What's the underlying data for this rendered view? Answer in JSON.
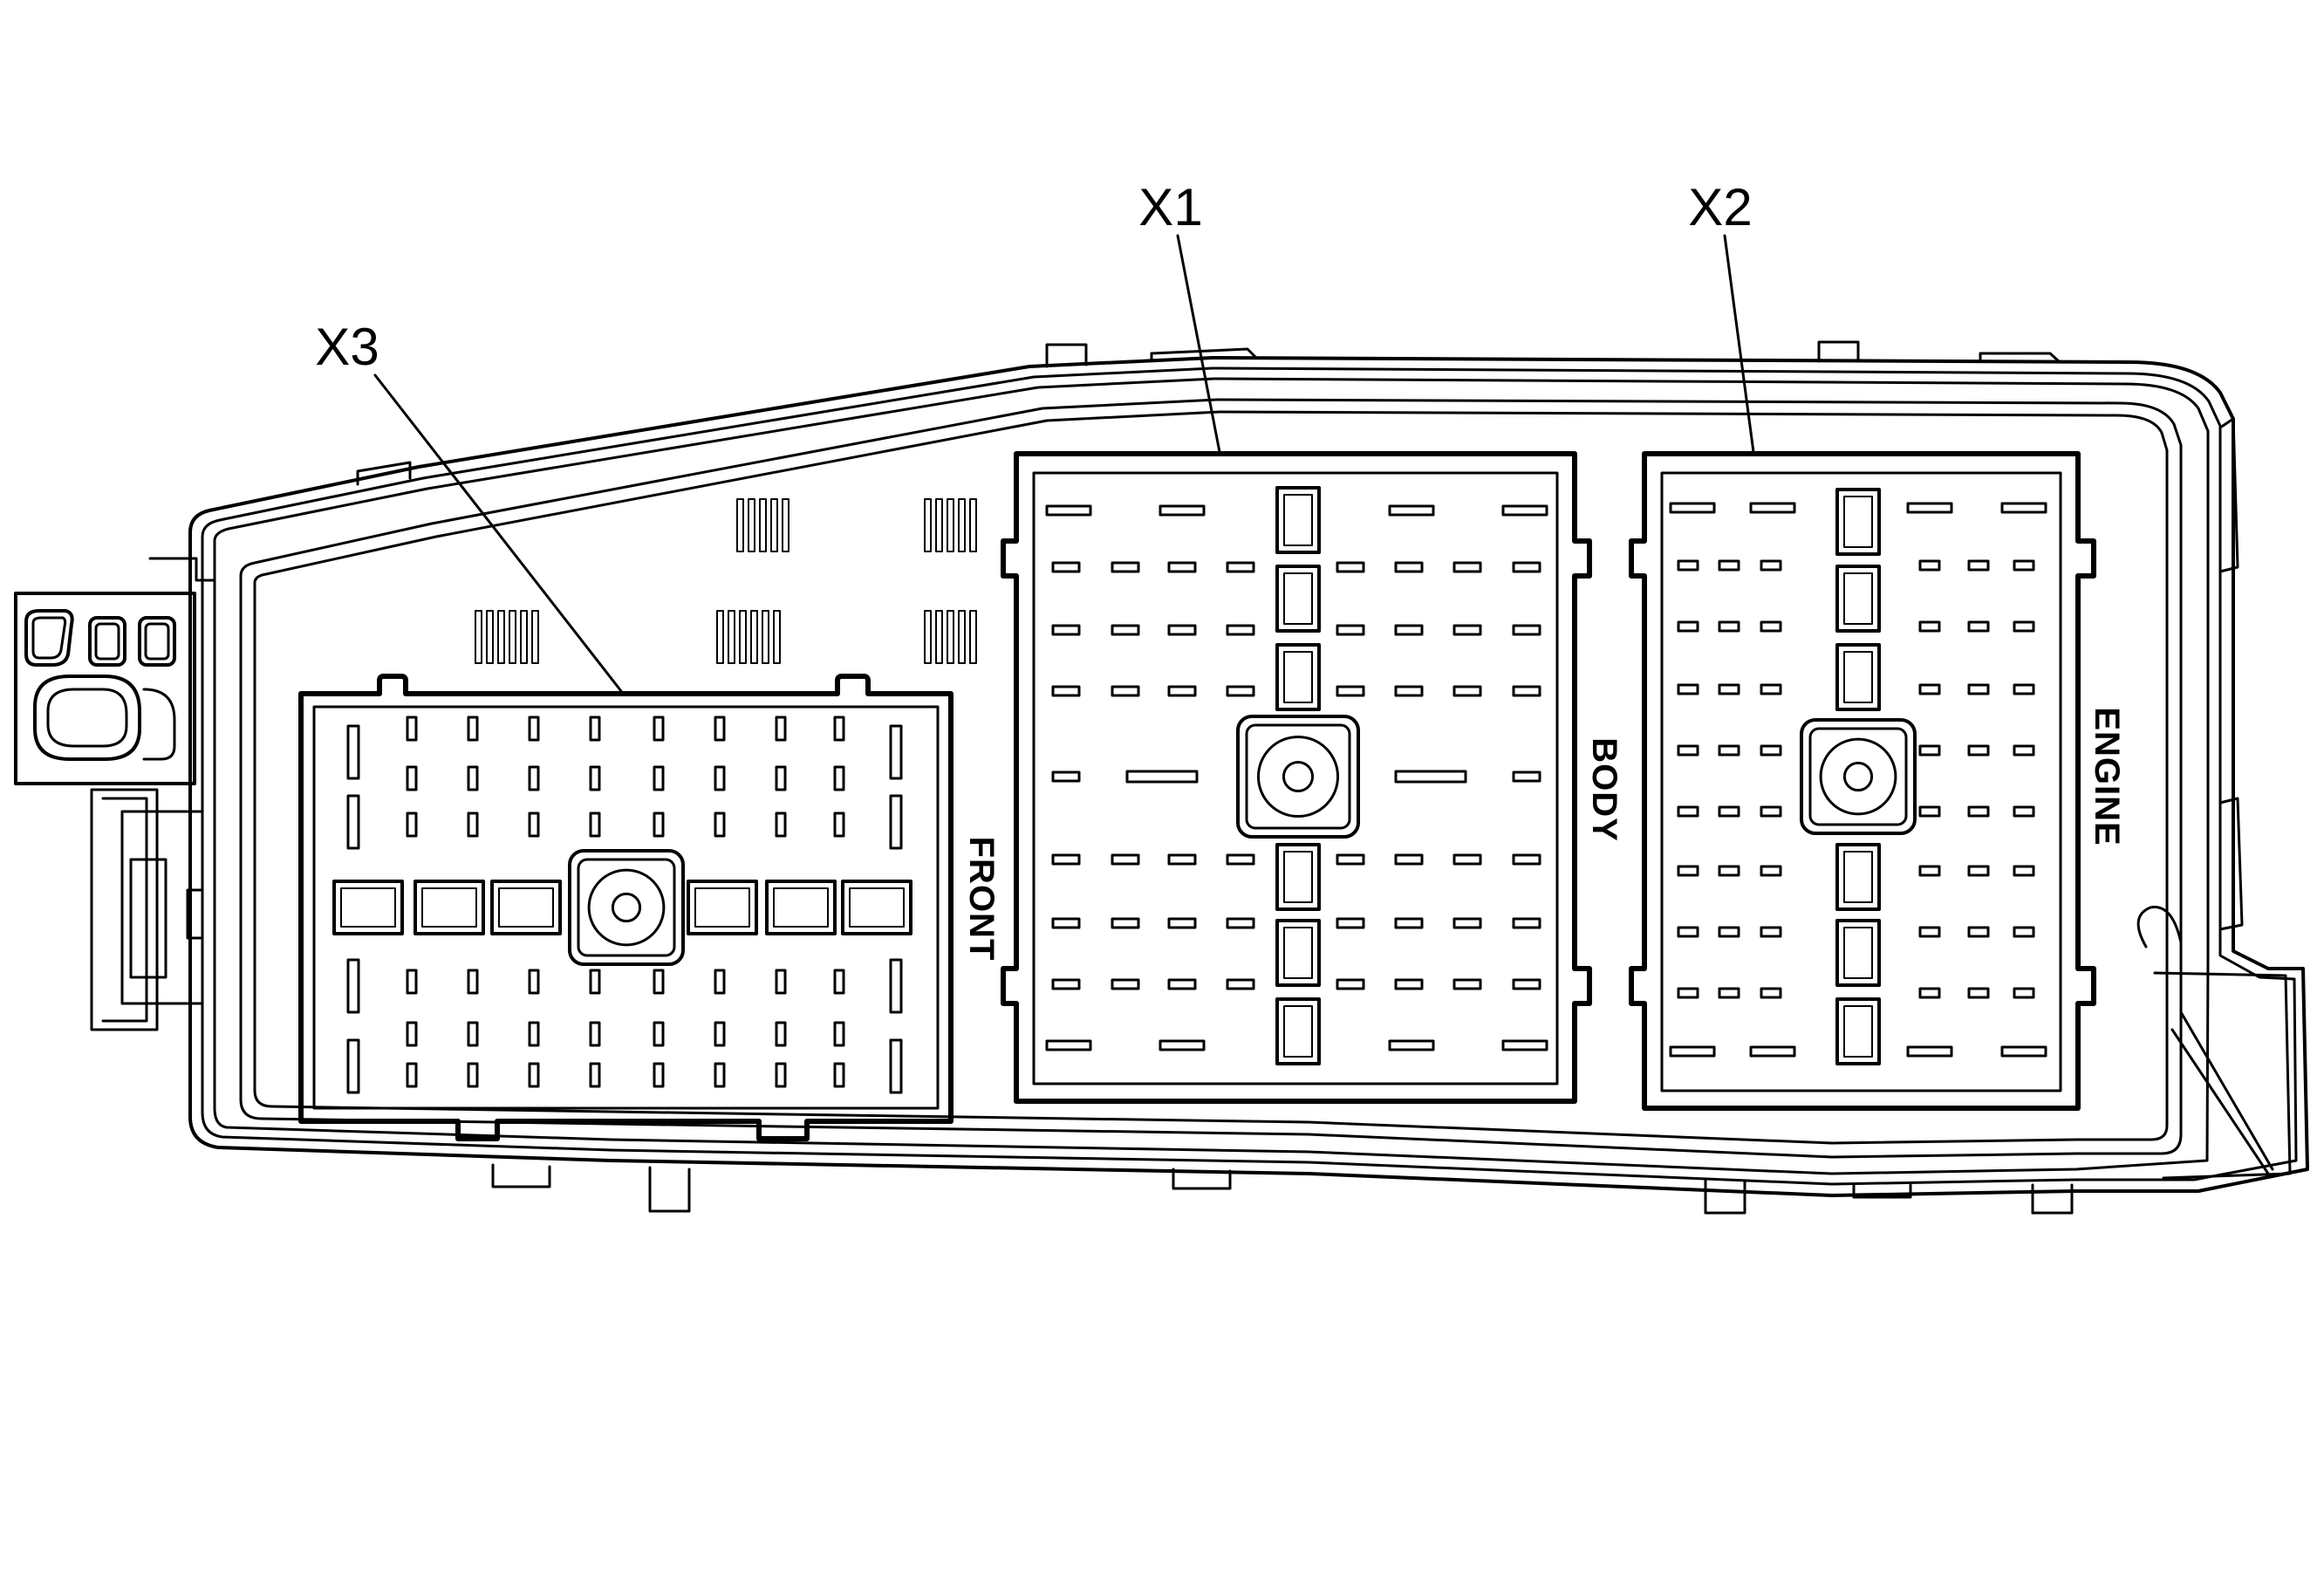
{
  "callouts": {
    "x1": "X1",
    "x2": "X2",
    "x3": "X3"
  },
  "side_labels": {
    "front": "FRONT",
    "body": "BODY",
    "engine": "ENGINE"
  },
  "colors": {
    "line": "#000000",
    "background": "#ffffff"
  }
}
